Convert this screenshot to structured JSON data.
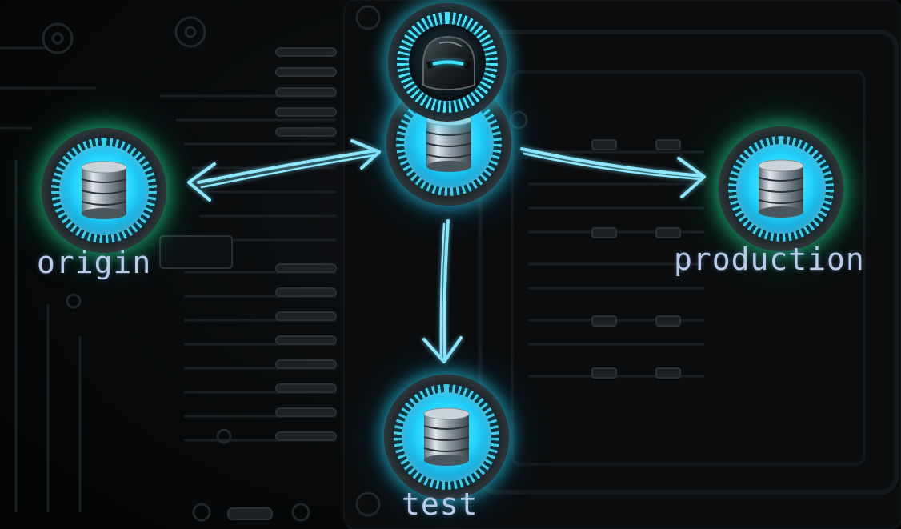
{
  "nodes": {
    "center": {
      "icon": "database-icon",
      "badge_icon": "helmet-icon"
    },
    "origin": {
      "label": "origin",
      "icon": "database-icon"
    },
    "production": {
      "label": "production",
      "icon": "database-icon"
    },
    "test": {
      "label": "test",
      "icon": "database-icon"
    }
  },
  "edges": [
    {
      "from": "center",
      "to": "origin",
      "style": "double-arrow"
    },
    {
      "from": "center",
      "to": "production",
      "style": "arrow"
    },
    {
      "from": "center",
      "to": "test",
      "style": "arrow"
    }
  ],
  "colors": {
    "glow_cyan": "#23d4ff",
    "glow_green": "#2bffaa",
    "arrow": "#8fe8ff",
    "label": "#b8cbe8",
    "background": "#050607"
  }
}
